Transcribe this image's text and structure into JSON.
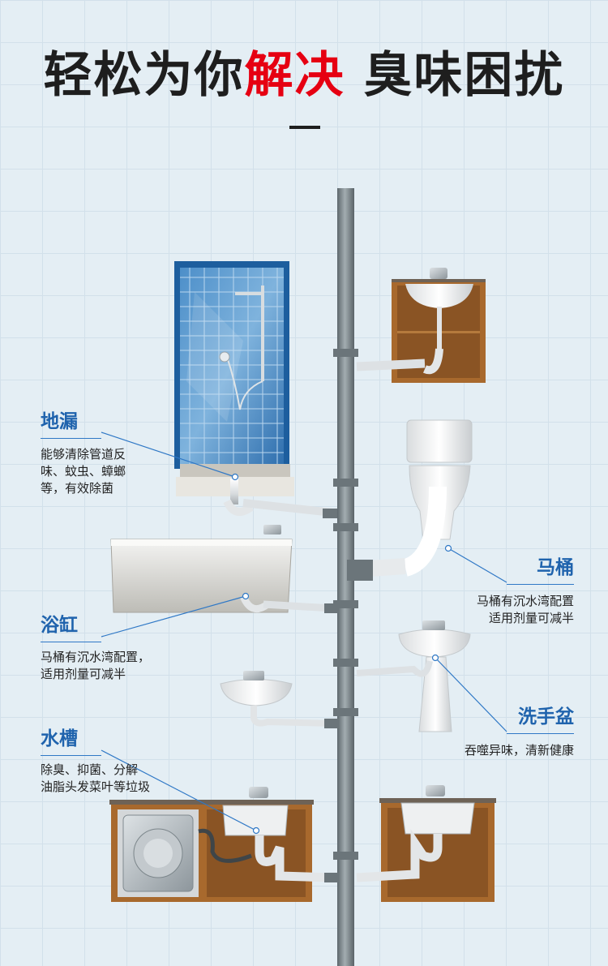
{
  "title": {
    "part1": "轻松为你",
    "highlight": "解决",
    "part2": " 臭味困扰"
  },
  "colors": {
    "accent_red": "#e60012",
    "label_blue": "#1f63ad",
    "pipe": "#7f8c91",
    "cabinet": "#a8692d"
  },
  "callouts": {
    "floor_drain": {
      "label": "地漏",
      "lines": [
        "能够清除管道反",
        "味、蚊虫、蟑螂",
        "等，有效除菌"
      ]
    },
    "toilet": {
      "label": "马桶",
      "lines": [
        "马桶有沉水湾配置",
        "适用剂量可减半"
      ]
    },
    "bathtub": {
      "label": "浴缸",
      "lines": [
        "马桶有沉水湾配置，",
        "适用剂量可减半"
      ]
    },
    "washbasin": {
      "label": "洗手盆",
      "lines": [
        "吞噬异味，清新健康"
      ]
    },
    "sink": {
      "label": "水槽",
      "lines": [
        "除臭、抑菌、分解",
        "油脂头发菜叶等垃圾"
      ]
    }
  }
}
